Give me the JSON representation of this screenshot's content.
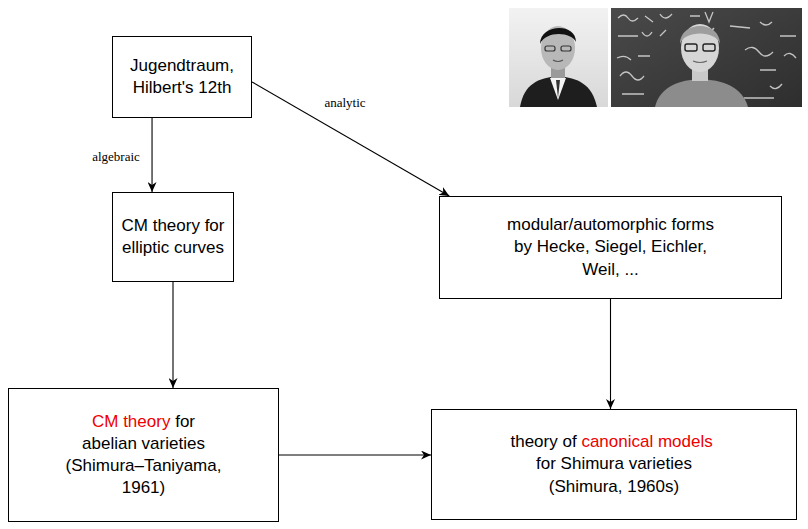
{
  "diagram": {
    "nodes": [
      {
        "text": [
          "Jugendtraum, Hilbert's 12th"
        ]
      },
      {
        "text": [
          "CM theory for elliptic curves"
        ]
      },
      {
        "text": [
          "modular/automorphic forms by Hecke, Siegel, Eichler, Weil, ..."
        ]
      },
      {
        "text": [
          "CM theory",
          "for abelian varieties (Shimura–Taniyama, 1961)"
        ]
      },
      {
        "text": [
          "theory of",
          "canonical models",
          "for Shimura varieties (Shimura, 1960s)"
        ]
      }
    ],
    "edges": [
      {
        "from": 0,
        "to": 1,
        "arrow": "to",
        "label": "algebraic"
      },
      {
        "from": 0,
        "to": 2,
        "arrow": "to",
        "label": "analytic"
      },
      {
        "from": 1,
        "to": 3,
        "arrow": "to"
      },
      {
        "from": 2,
        "to": 4,
        "arrow": "to"
      },
      {
        "from": 3,
        "to": 4,
        "arrow": "to"
      }
    ]
  }
}
